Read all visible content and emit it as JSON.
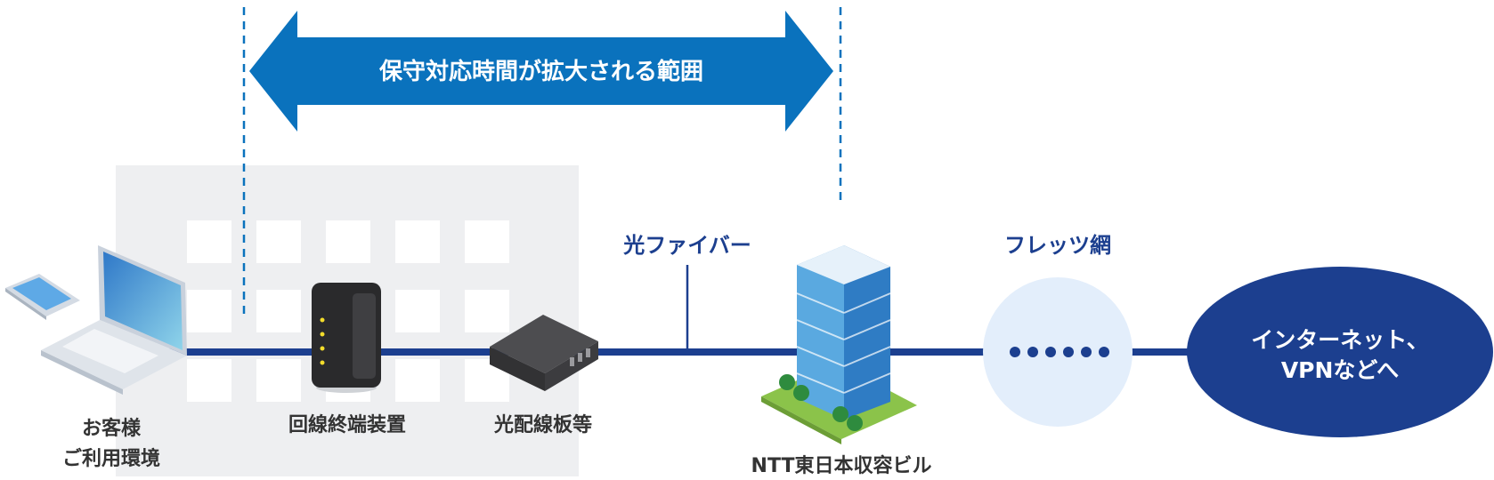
{
  "diagram": {
    "maintenance_range_label": "保守対応時間が拡大される範囲",
    "fiber_label": "光ファイバー",
    "flets_label": "フレッツ網",
    "internet_label_line1": "インターネット、",
    "internet_label_line2": "VPNなどへ",
    "customer_label_line1": "お客様",
    "customer_label_line2": "ご利用環境",
    "ont_label": "回線終端装置",
    "patch_panel_label": "光配線板等",
    "ntt_building_label": "NTT東日本収容ビル"
  },
  "colors": {
    "arrow_blue": "#0a72bd",
    "line_navy": "#1c3f8f",
    "label_blue": "#1c3f8f",
    "cloud_light": "#e3eefb",
    "building_gray": "#eeeff1",
    "text_dark": "#333333"
  },
  "icons": [
    "tablet-icon",
    "laptop-icon",
    "ont-device-icon",
    "patch-panel-icon",
    "office-building-icon"
  ]
}
